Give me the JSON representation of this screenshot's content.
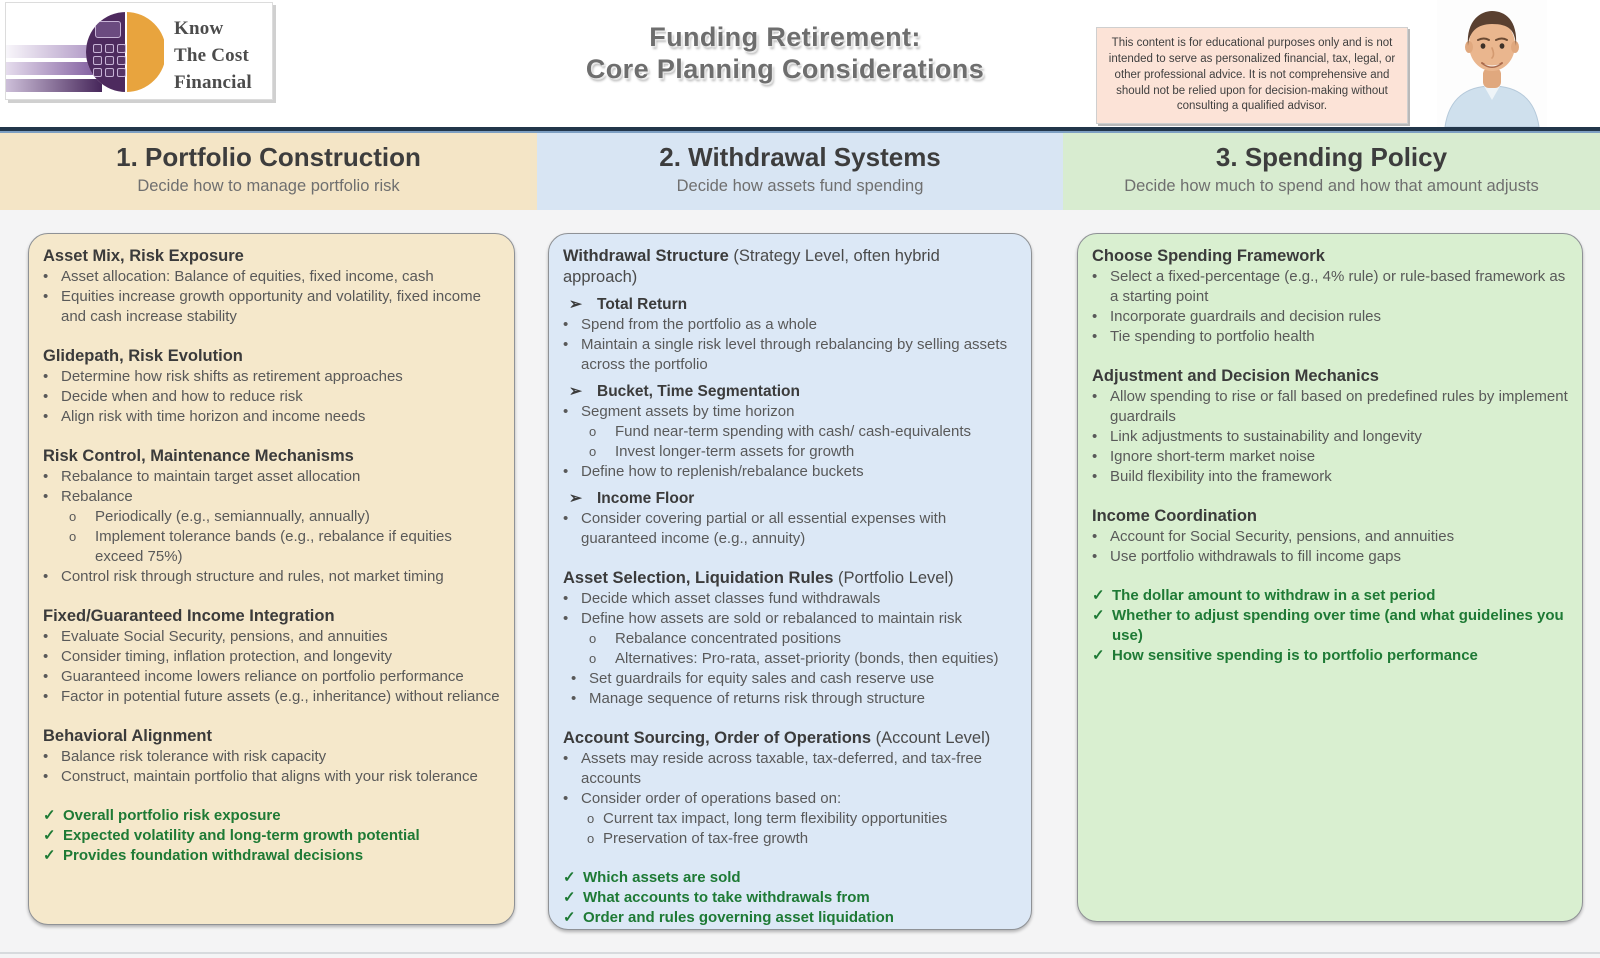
{
  "header": {
    "logo": {
      "lines": [
        "Know",
        "The Cost",
        "Financial"
      ]
    },
    "title": {
      "line1": "Funding Retirement:",
      "line2": "Core Planning Considerations"
    },
    "disclaimer": "This content is for educational purposes only and is not intended to serve as personalized financial, tax, legal, or other professional advice. It is not comprehensive and should not be relied upon for decision-making without consulting a qualified advisor."
  },
  "colors": {
    "background": "#f4f4f5",
    "divider": "#22364a",
    "divider_accent": "#7d9fc2",
    "check_green": "#1e7a35",
    "disclaimer_bg": "#fce3d7",
    "logo_purple": "#4d2a5e",
    "logo_orange": "#e8a43e"
  },
  "columns": [
    {
      "title": "1. Portfolio Construction",
      "subtitle": "Decide how to manage portfolio risk",
      "band_color": "#f4e5c6",
      "card_color": "#f5e8cb"
    },
    {
      "title": "2. Withdrawal Systems",
      "subtitle": "Decide how assets fund spending",
      "band_color": "#d8e5f3",
      "card_color": "#dce8f6"
    },
    {
      "title": "3. Spending Policy",
      "subtitle": "Decide how much to spend and how that amount adjusts",
      "band_color": "#d8ecd0",
      "card_color": "#d9efd0"
    }
  ],
  "cards": [
    {
      "id": "portfolio-construction",
      "items": [
        {
          "t": "h",
          "text": "Asset Mix, Risk Exposure"
        },
        {
          "t": "b",
          "text": "Asset allocation: Balance of equities, fixed income, cash"
        },
        {
          "t": "b",
          "text": "Equities increase growth opportunity and volatility, fixed income and cash increase stability"
        },
        {
          "t": "gap"
        },
        {
          "t": "h",
          "text": "Glidepath, Risk Evolution"
        },
        {
          "t": "b",
          "text": "Determine how risk shifts as retirement approaches"
        },
        {
          "t": "b",
          "text": "Decide when and how to reduce risk"
        },
        {
          "t": "b",
          "text": "Align risk with time horizon and income needs"
        },
        {
          "t": "gap"
        },
        {
          "t": "h",
          "text": "Risk Control, Maintenance Mechanisms"
        },
        {
          "t": "b",
          "text": "Rebalance to maintain target asset allocation"
        },
        {
          "t": "b",
          "text": "Rebalance"
        },
        {
          "t": "o",
          "text": "Periodically (e.g., semiannually, annually)"
        },
        {
          "t": "o",
          "text": "Implement tolerance bands (e.g., rebalance if equities exceed 75%)"
        },
        {
          "t": "b",
          "text": "Control risk through structure and rules, not market timing"
        },
        {
          "t": "gap"
        },
        {
          "t": "h",
          "text": "Fixed/Guaranteed Income Integration"
        },
        {
          "t": "b",
          "text": "Evaluate Social Security, pensions, and annuities"
        },
        {
          "t": "b",
          "text": "Consider timing, inflation protection, and longevity"
        },
        {
          "t": "b",
          "text": "Guaranteed income lowers reliance on portfolio performance"
        },
        {
          "t": "b",
          "text": "Factor in potential future assets (e.g., inheritance) without reliance"
        },
        {
          "t": "gap"
        },
        {
          "t": "h",
          "text": "Behavioral Alignment"
        },
        {
          "t": "b",
          "text": "Balance risk tolerance with risk capacity"
        },
        {
          "t": "b",
          "text": "Construct, maintain portfolio that aligns with your risk tolerance"
        },
        {
          "t": "gap"
        },
        {
          "t": "check",
          "text": "Overall portfolio risk exposure"
        },
        {
          "t": "check",
          "text": "Expected volatility and long-term growth potential"
        },
        {
          "t": "check",
          "text": "Provides foundation withdrawal decisions"
        }
      ]
    },
    {
      "id": "withdrawal-systems",
      "items": [
        {
          "t": "h",
          "text": "Withdrawal Structure",
          "suffix": " (Strategy Level, often hybrid approach)"
        },
        {
          "t": "arrow",
          "text": "Total Return"
        },
        {
          "t": "b",
          "text": "Spend from the portfolio as a whole"
        },
        {
          "t": "b",
          "text": "Maintain a single risk level through rebalancing by selling assets across the portfolio"
        },
        {
          "t": "arrow",
          "text": "Bucket, Time Segmentation"
        },
        {
          "t": "b",
          "text": "Segment assets by time horizon"
        },
        {
          "t": "o",
          "text": "Fund near-term spending with cash/ cash-equivalents"
        },
        {
          "t": "o",
          "text": "Invest longer-term assets for growth"
        },
        {
          "t": "b",
          "text": "Define how to replenish/rebalance buckets"
        },
        {
          "t": "arrow",
          "text": "Income Floor"
        },
        {
          "t": "b",
          "text": "Consider covering partial or all essential expenses with guaranteed income (e.g., annuity)"
        },
        {
          "t": "gap"
        },
        {
          "t": "h",
          "text": "Asset Selection, Liquidation Rules",
          "suffix": " (Portfolio Level)"
        },
        {
          "t": "b",
          "text": "Decide which asset classes fund withdrawals"
        },
        {
          "t": "b",
          "text": "Define how assets are sold or rebalanced to maintain risk"
        },
        {
          "t": "o",
          "text": "Rebalance concentrated positions"
        },
        {
          "t": "o",
          "text": "Alternatives: Pro-rata, asset-priority (bonds, then equities)"
        },
        {
          "t": "b2",
          "text": "Set guardrails for equity sales and cash reserve use"
        },
        {
          "t": "b2",
          "text": "Manage sequence of returns risk through structure"
        },
        {
          "t": "gap"
        },
        {
          "t": "h",
          "text": "Account Sourcing, Order of Operations",
          "suffix": " (Account Level)"
        },
        {
          "t": "b",
          "text": "Assets may reside across taxable, tax-deferred, and tax-free accounts"
        },
        {
          "t": "b",
          "text": "Consider order of operations based on:"
        },
        {
          "t": "o2",
          "text": "Current tax impact, long term flexibility opportunities"
        },
        {
          "t": "o2",
          "text": "Preservation of tax-free growth"
        },
        {
          "t": "gap"
        },
        {
          "t": "check",
          "text": "Which assets are sold"
        },
        {
          "t": "check",
          "text": "What accounts to take withdrawals from"
        },
        {
          "t": "check",
          "text": "Order and rules governing asset liquidation"
        }
      ]
    },
    {
      "id": "spending-policy",
      "items": [
        {
          "t": "h",
          "text": "Choose Spending Framework"
        },
        {
          "t": "b",
          "text": "Select a fixed-percentage (e.g., 4% rule) or rule-based framework as a starting point"
        },
        {
          "t": "b",
          "text": "Incorporate guardrails and decision rules"
        },
        {
          "t": "b",
          "text": "Tie spending to portfolio health"
        },
        {
          "t": "gap"
        },
        {
          "t": "h",
          "text": "Adjustment and Decision Mechanics"
        },
        {
          "t": "b",
          "text": "Allow spending to rise or fall based on predefined rules by implement guardrails"
        },
        {
          "t": "b",
          "text": "Link adjustments to sustainability and longevity"
        },
        {
          "t": "b",
          "text": "Ignore short-term market noise"
        },
        {
          "t": "b",
          "text": "Build flexibility into the framework"
        },
        {
          "t": "gap"
        },
        {
          "t": "h",
          "text": "Income Coordination"
        },
        {
          "t": "b",
          "text": "Account for Social Security, pensions, and annuities"
        },
        {
          "t": "b",
          "text": "Use portfolio withdrawals to fill income gaps"
        },
        {
          "t": "gap"
        },
        {
          "t": "check",
          "text": "The dollar amount to withdraw in a set period"
        },
        {
          "t": "check",
          "text": "Whether to adjust spending over time (and what guidelines you use)"
        },
        {
          "t": "check",
          "text": "How sensitive spending is to portfolio performance"
        }
      ]
    }
  ]
}
